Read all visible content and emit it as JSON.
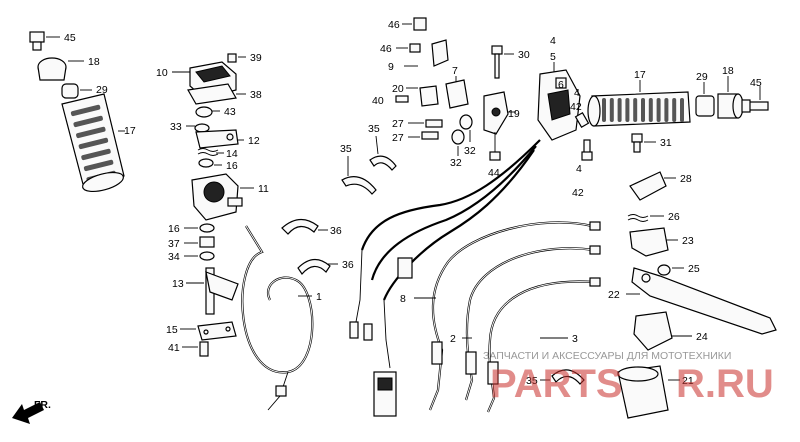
{
  "watermark": {
    "top_text": "ЗАПЧАСТИ И АКСЕССУАРЫ ДЛЯ МОТОТЕХНИКИ",
    "brand_left": "PARTS",
    "brand_right": "R.RU"
  },
  "orientation_label": "FR.",
  "part_labels": {
    "p45a": "45",
    "p18a": "18",
    "p29a": "29",
    "p17a": "17",
    "p10": "10",
    "p39": "39",
    "p38": "38",
    "p43": "43",
    "p33": "33",
    "p12": "12",
    "p14": "14",
    "p16a": "16",
    "p11": "11",
    "p16b": "16",
    "p37": "37",
    "p34": "34",
    "p13": "13",
    "p15": "15",
    "p41": "41",
    "p36a": "36",
    "p36b": "36",
    "p1": "1",
    "p46a": "46",
    "p46b": "46",
    "p9": "9",
    "p7": "7",
    "p20": "20",
    "p40": "40",
    "p27a": "27",
    "p27b": "27",
    "p32a": "32",
    "p32b": "32",
    "p30": "30",
    "p4a": "4",
    "p5": "5",
    "p6": "6",
    "p4b": "4",
    "p42a": "42",
    "p19": "19",
    "p44": "44",
    "p35a": "35",
    "p35b": "35",
    "p17b": "17",
    "p29b": "29",
    "p18b": "18",
    "p45b": "45",
    "p31": "31",
    "p4c": "4",
    "p42b": "42",
    "p28": "28",
    "p26": "26",
    "p23": "23",
    "p25": "25",
    "p22": "22",
    "p8": "8",
    "p2": "2",
    "p3": "3",
    "p24": "24",
    "p35c": "35",
    "p21": "21"
  }
}
